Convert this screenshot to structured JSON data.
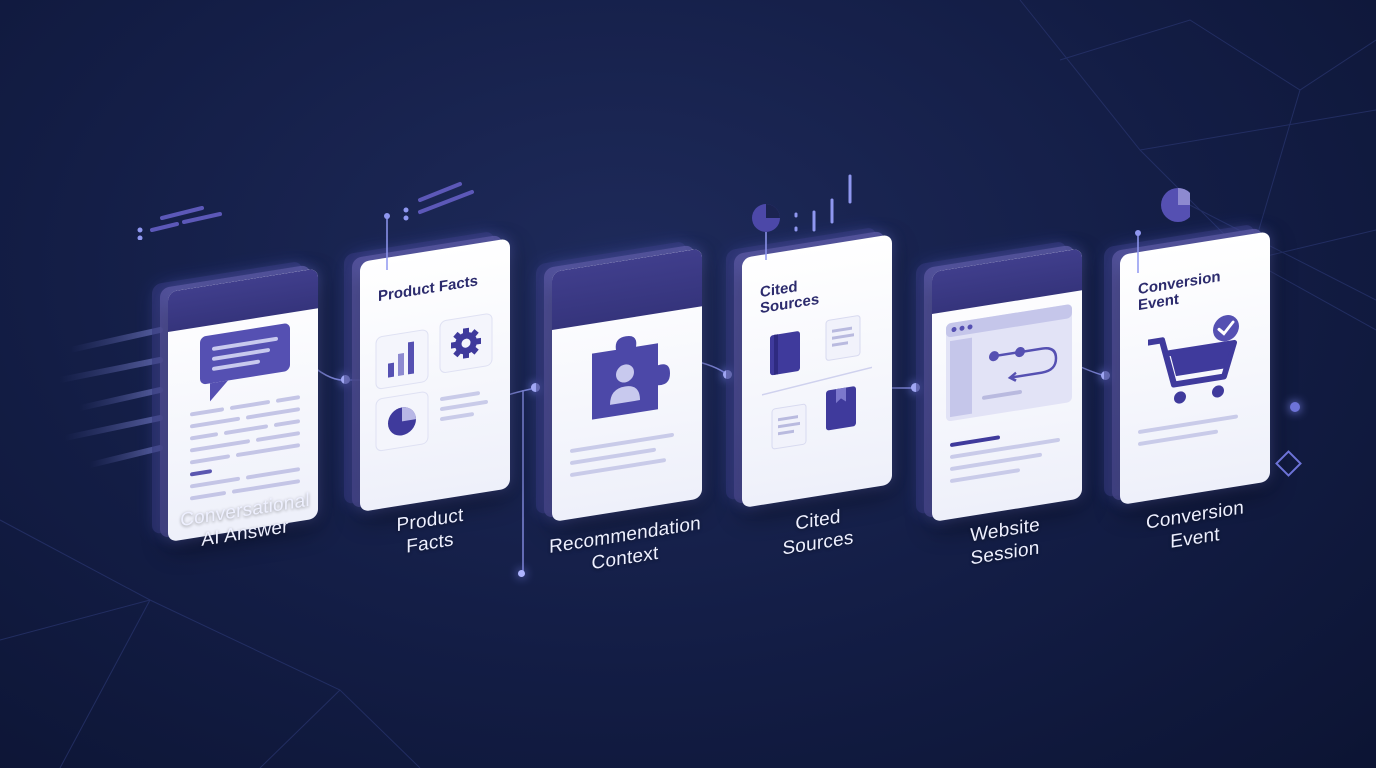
{
  "colors": {
    "background": "#131d45",
    "card_back": "#4b4a95",
    "card_header": "#3a3987",
    "accent": "#5b57b0",
    "caption_text": "#eef0ff"
  },
  "steps": [
    {
      "caption_line1": "Conversational",
      "caption_line2": "AI Answer",
      "card_title": "",
      "icon": "chat-bubble-icon"
    },
    {
      "caption_line1": "Product",
      "caption_line2": "Facts",
      "card_title": "Product Facts",
      "icon": "bar-chart-icon"
    },
    {
      "caption_line1": "Recommendation",
      "caption_line2": "Context",
      "card_title": "",
      "icon": "puzzle-person-icon"
    },
    {
      "caption_line1": "Cited",
      "caption_line2": "Sources",
      "card_title": "Cited Sources",
      "icon": "book-icon"
    },
    {
      "caption_line1": "Website",
      "caption_line2": "Session",
      "card_title": "",
      "icon": "browser-window-icon"
    },
    {
      "caption_line1": "Conversion",
      "caption_line2": "Event",
      "card_title": "Conversion Event",
      "icon": "shopping-cart-check-icon"
    }
  ]
}
